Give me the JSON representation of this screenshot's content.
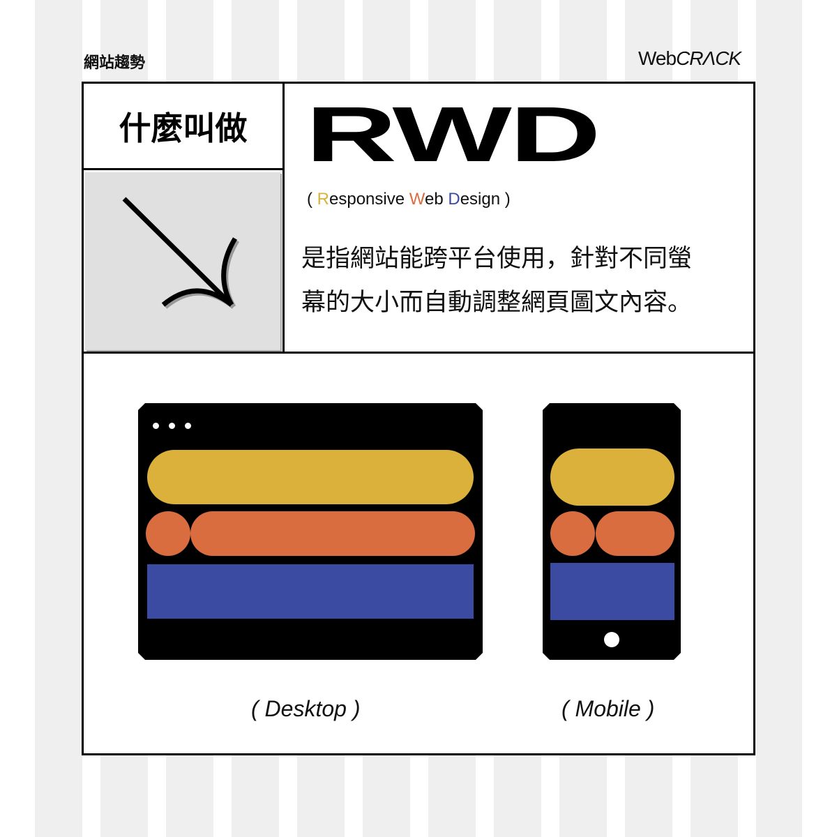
{
  "header": {
    "left": "網站趨勢",
    "brand_plain": "Web",
    "brand_italic": "CRΛCK"
  },
  "title_cell": "什麼叫做",
  "heading": "RWD",
  "subtitle": {
    "open": "( ",
    "r": "R",
    "r_rest": "esponsive ",
    "w": "W",
    "w_rest": "eb ",
    "d": "D",
    "d_rest": "esign",
    "close": " )"
  },
  "description": [
    "是指網站能跨平台使用，針對不同螢",
    "幕的大小而自動調整網頁圖文內容。"
  ],
  "captions": {
    "desktop": "( Desktop )",
    "mobile": "( Mobile )"
  },
  "colors": {
    "yellow": "#dbb13b",
    "orange": "#da6d3f",
    "blue": "#3b4ba1",
    "panel": "#e0e0e0"
  }
}
